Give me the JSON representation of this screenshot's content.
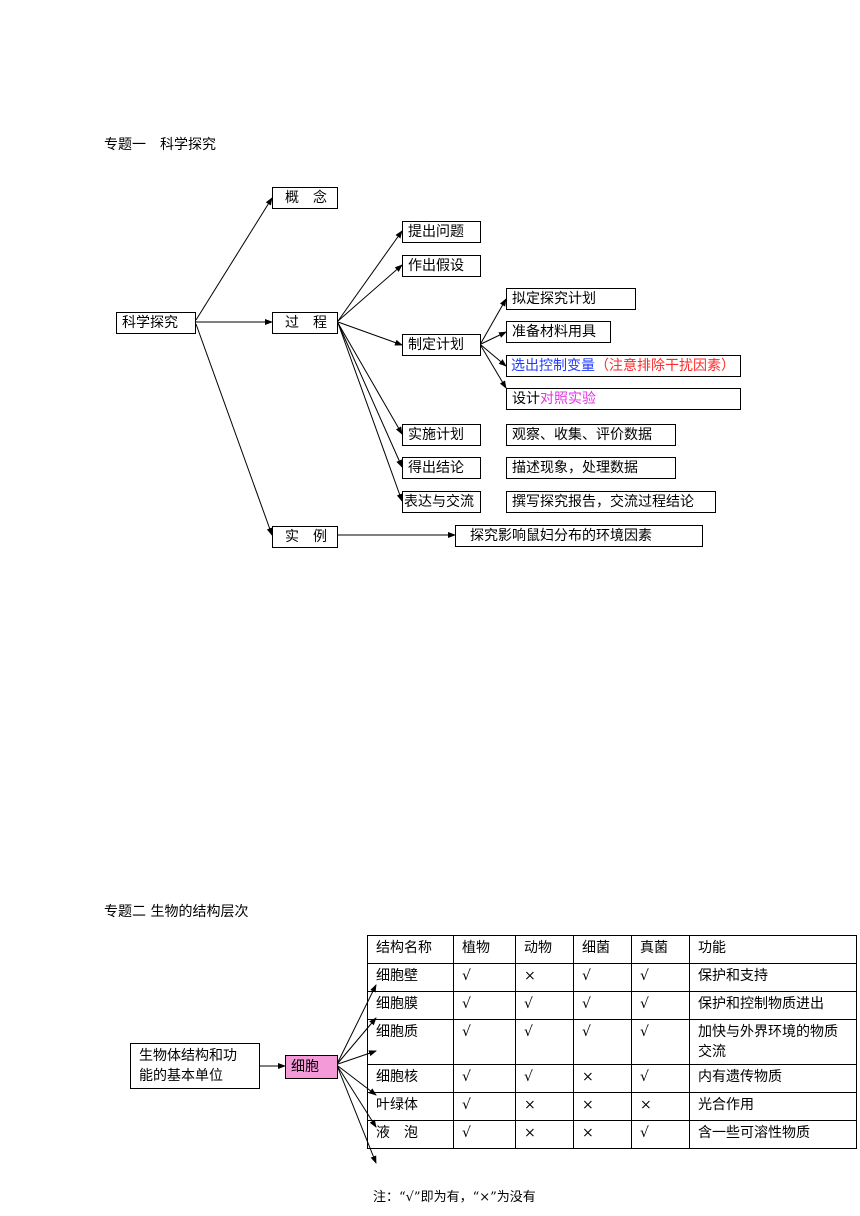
{
  "section1": {
    "heading": "专题一　科学探究",
    "root": "科学探究",
    "branches": {
      "concept": "概　念",
      "process": "过　程",
      "example": "实　例"
    },
    "process_steps": {
      "ask": "提出问题",
      "hypothesis": "作出假设",
      "plan": "制定计划",
      "implement": "实施计划",
      "conclude": "得出结论",
      "communicate": "表达与交流"
    },
    "plan_items": {
      "item1": "拟定探究计划",
      "item2": "准备材料用具",
      "item3_blue": "选出控制变量",
      "item3_red": "（注意排除干扰因素）",
      "item4_prefix": "设计",
      "item4_magenta": "对照实验"
    },
    "step_details": {
      "implement": "观察、收集、评价数据",
      "conclude": "描述现象，处理数据",
      "communicate": "撰写探究报告，交流过程结论"
    },
    "example_detail": "探究影响鼠妇分布的环境因素"
  },
  "section2": {
    "heading": "专题二  生物的结构层次",
    "left_box_line1": "生物体结构和功",
    "left_box_line2": "能的基本单位",
    "cell_box": "细胞",
    "cell_box_color": "#f49ad8",
    "table": {
      "headers": [
        "结构名称",
        "植物",
        "动物",
        "细菌",
        "真菌",
        "功能"
      ],
      "rows": [
        [
          "细胞壁",
          "√",
          "×",
          "√",
          "√",
          "保护和支持"
        ],
        [
          "细胞膜",
          "√",
          "√",
          "√",
          "√",
          "保护和控制物质进出"
        ],
        [
          "细胞质",
          "√",
          "√",
          "√",
          "√",
          "加快与外界环境的物质交流"
        ],
        [
          "细胞核",
          "√",
          "√",
          "×",
          "√",
          "内有遗传物质"
        ],
        [
          "叶绿体",
          "√",
          "×",
          "×",
          "×",
          "光合作用"
        ],
        [
          "液　泡",
          "√",
          "×",
          "×",
          "√",
          "含一些可溶性物质"
        ]
      ]
    },
    "note": "注：“√”即为有，“×”为没有"
  }
}
